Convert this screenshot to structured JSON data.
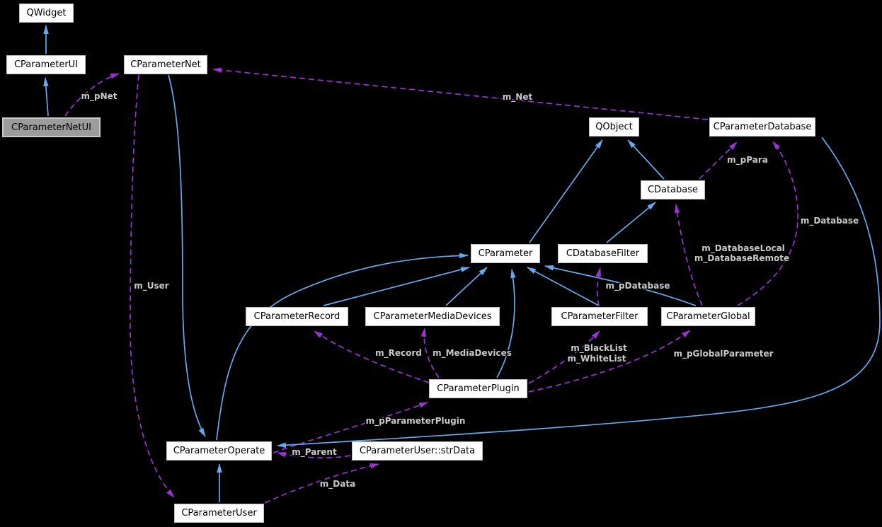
{
  "diagram": {
    "type": "class-collaboration-graph",
    "colors": {
      "background": "#000000",
      "inheritance": "#64aaee",
      "usage": "#9c33d4",
      "edge_label": "#c8c8c8",
      "node_bg": "#ffffff",
      "node_border": "#b9c0c6",
      "node_text": "#000000",
      "highlight_bg": "#9c9c9c",
      "highlight_border": "#c8c8c8"
    },
    "nodes": {
      "qwidget": {
        "label": "QWidget"
      },
      "cparameterui": {
        "label": "CParameterUI"
      },
      "cparameternet": {
        "label": "CParameterNet"
      },
      "cparameternetui": {
        "label": "CParameterNetUI"
      },
      "qobject": {
        "label": "QObject"
      },
      "cparameterdatabase": {
        "label": "CParameterDatabase"
      },
      "cdatabase": {
        "label": "CDatabase"
      },
      "cparameter": {
        "label": "CParameter"
      },
      "cdatabasefilter": {
        "label": "CDatabaseFilter"
      },
      "cparameterrecord": {
        "label": "CParameterRecord"
      },
      "cparametermediadevices": {
        "label": "CParameterMediaDevices"
      },
      "cparameterfilter": {
        "label": "CParameterFilter"
      },
      "cparameterglobal": {
        "label": "CParameterGlobal"
      },
      "cparameterplugin": {
        "label": "CParameterPlugin"
      },
      "cparameteroperate": {
        "label": "CParameterOperate"
      },
      "strdata": {
        "label": "CParameterUser::strData"
      },
      "cparameteruser": {
        "label": "CParameterUser"
      }
    },
    "edge_labels": {
      "m_pNet": "m_pNet",
      "m_Net": "m_Net",
      "m_User": "m_User",
      "m_pPara": "m_pPara",
      "m_Database": "m_Database",
      "m_DatabaseLocal": "m_DatabaseLocal",
      "m_DatabaseRemote": "m_DatabaseRemote",
      "m_pDatabase": "m_pDatabase",
      "m_Record": "m_Record",
      "m_MediaDevices": "m_MediaDevices",
      "m_BlackList": "m_BlackList",
      "m_WhiteList": "m_WhiteList",
      "m_pGlobalParameter": "m_pGlobalParameter",
      "m_pParameterPlugin": "m_pParameterPlugin",
      "m_Parent": "m_Parent",
      "m_Data": "m_Data"
    }
  }
}
